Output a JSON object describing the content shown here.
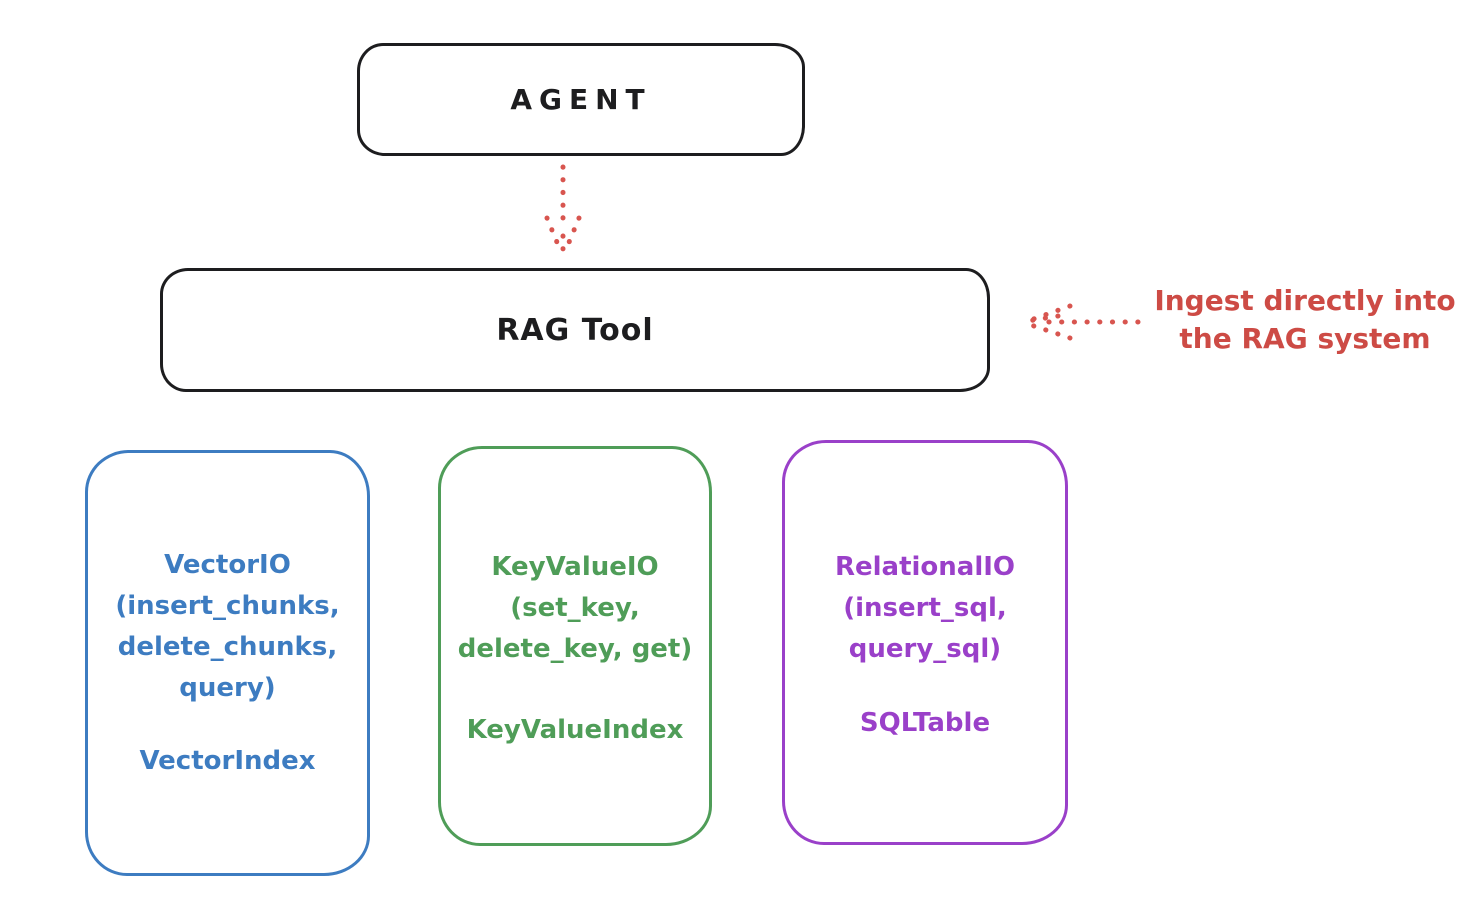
{
  "diagram": {
    "agent": {
      "label": "AGENT"
    },
    "rag": {
      "label": "RAG Tool"
    },
    "annotation": {
      "line1": "Ingest directly into",
      "line2": "the RAG system"
    },
    "io_boxes": [
      {
        "id": "vector-io",
        "color": "#3d7cc1",
        "lines": [
          "VectorIO",
          "(insert_chunks,",
          "delete_chunks,",
          "query)"
        ],
        "index_label": "VectorIndex"
      },
      {
        "id": "keyvalue-io",
        "color": "#4f9d58",
        "lines": [
          "KeyValueIO",
          "(set_key,",
          "delete_key, get)"
        ],
        "index_label": "KeyValueIndex"
      },
      {
        "id": "relational-io",
        "color": "#9a40c9",
        "lines": [
          "RelationalIO",
          "(insert_sql,",
          "query_sql)"
        ],
        "index_label": "SQLTable"
      }
    ],
    "icons": {
      "agent_to_rag_arrow": "dotted-down-arrow",
      "ingest_arrow": "dotted-left-arrow"
    },
    "colors": {
      "outline": "#1d1d1f",
      "accent_red": "#cd4b45",
      "arrow_red": "#d8554f",
      "vector_blue": "#3d7cc1",
      "keyvalue_green": "#4f9d58",
      "relational_purple": "#9a40c9",
      "background": "#ffffff"
    }
  }
}
